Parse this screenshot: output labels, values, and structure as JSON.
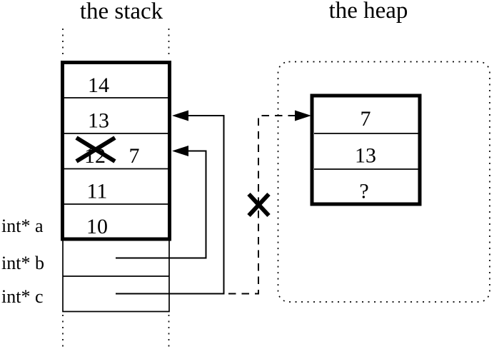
{
  "colors": {
    "ink": "#000000",
    "background": "#ffffff"
  },
  "stack": {
    "title": "the stack",
    "cells": [
      {
        "value": "14"
      },
      {
        "value": "13"
      },
      {
        "value": "7",
        "old_value": "12"
      },
      {
        "value": "11"
      },
      {
        "value": "10"
      }
    ],
    "labels": {
      "a": "int* a",
      "b": "int* b",
      "c": "int* c"
    }
  },
  "heap": {
    "title": "the heap",
    "cells": [
      {
        "value": "7"
      },
      {
        "value": "13"
      },
      {
        "value": "?"
      }
    ]
  },
  "glyphs": {
    "cross_out_icon": "✕",
    "arrow_left_icon": "◀",
    "arrow_right_icon": "▶"
  }
}
